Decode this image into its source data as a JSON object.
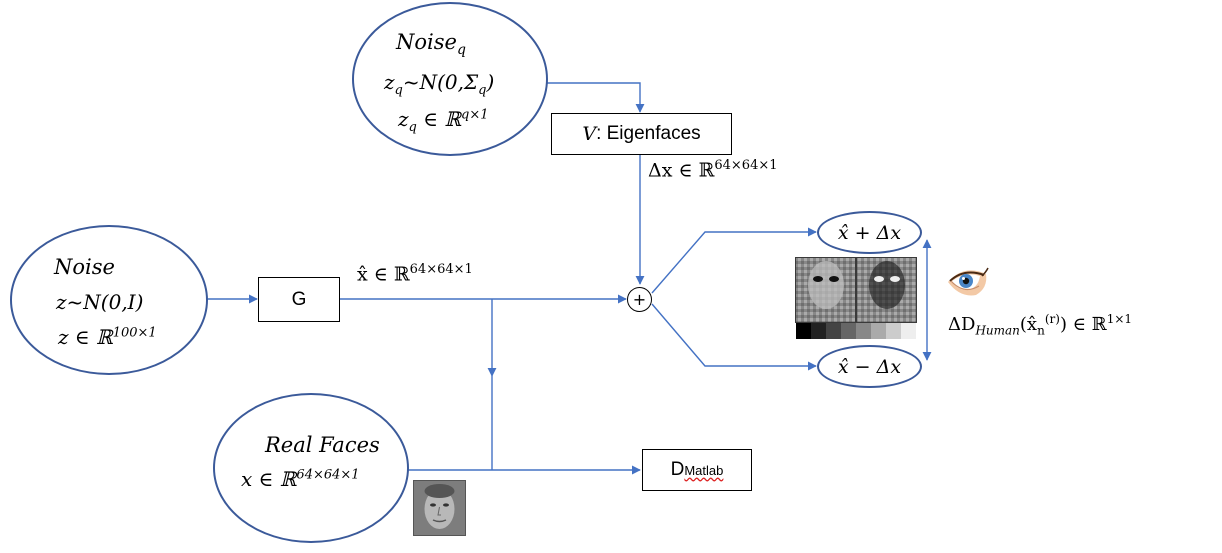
{
  "nodes": {
    "noise_q": {
      "lines": [
        "Noise_q",
        "z_q~N(0,Σ_q)",
        "z_q ∈ ℝ^{q×1}"
      ],
      "title": "Noise",
      "title_sub": "q",
      "dist_a": "z",
      "dist_a_sub": "q",
      "dist_b": "~N(0,Σ",
      "dist_b_sub": "q",
      "dist_c": ")",
      "dim_a": "z",
      "dim_a_sub": "q",
      "dim_b": " ∈ ℝ",
      "dim_sup": "q×1"
    },
    "eigenfaces": {
      "symbol": "V",
      "label": ": Eigenfaces"
    },
    "noise": {
      "title": "Noise",
      "dist": "z~N(0,I)",
      "dim_a": "z ∈ ℝ",
      "dim_sup": "100×1"
    },
    "generator": {
      "label": "G"
    },
    "real_faces": {
      "title": "Real Faces",
      "dim_a": "x ∈ ℝ",
      "dim_sup": "64×64×1"
    },
    "discriminator": {
      "label": "D",
      "label_sub": "Matlab"
    },
    "sum_node": {
      "symbol": "+"
    },
    "plus_out": {
      "label": "x̂ + Δx"
    },
    "minus_out": {
      "label": "x̂ − Δx"
    }
  },
  "edges": {
    "delta_x": {
      "text": "Δx ∈ ℝ",
      "sup": "64×64×1"
    },
    "x_hat": {
      "text": "x̂ ∈ ℝ",
      "sup": "64×64×1"
    },
    "human": {
      "text_a": "ΔD",
      "sub_a": "Human",
      "text_b": "(x̂",
      "sub_b": "n",
      "sup_b": "(r)",
      "text_c": ") ∈ ℝ",
      "sup_c": "1×1"
    }
  },
  "colors": {
    "wire": "#4472c4",
    "ellipse_border": "#3b5a9a",
    "eye_iris": "#4a86c8",
    "squiggle": "#dd2222"
  },
  "icons": {
    "eye": "eye-icon",
    "real_face_thumb": "face-photo",
    "eigenface_thumbs": "eigenface-image-pair"
  }
}
